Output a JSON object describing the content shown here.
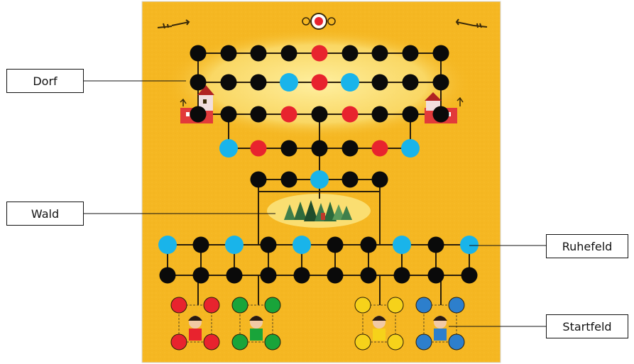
{
  "labels": {
    "village": "Dorf",
    "forest": "Wald",
    "rest_field": "Ruhefeld",
    "start_field": "Startfeld"
  },
  "colors": {
    "board": "#f5b722",
    "board_dark": "#e8a515",
    "glow": "#fbe27a",
    "line": "#2a1e0a",
    "black": "#0a0a0a",
    "red": "#e8232e",
    "blue": "#19b4ea",
    "green": "#19a43a",
    "yellow": "#f6d21a",
    "player_blue": "#2d7fcc"
  },
  "board": {
    "center_icon": "compass-icon",
    "rows": [
      [
        "black",
        "black",
        "black",
        "black",
        "red",
        "black",
        "black",
        "black",
        "black"
      ],
      [
        "black",
        "black",
        "black",
        "blue",
        "red",
        "blue",
        "black",
        "black",
        "black"
      ],
      [
        "black",
        "black",
        "black",
        "red",
        "black",
        "red",
        "black",
        "black",
        "black"
      ],
      [
        "blue",
        "red",
        "black",
        "black",
        "black",
        "red",
        "blue"
      ],
      [
        "black",
        "black",
        "blue",
        "black",
        "black"
      ],
      [
        "blue",
        "black",
        "blue",
        "black",
        "blue",
        "black",
        "black",
        "blue",
        "black",
        "blue"
      ],
      [
        "black",
        "black",
        "black",
        "black",
        "black",
        "black",
        "black",
        "black",
        "black",
        "black"
      ]
    ],
    "start_areas": [
      {
        "player": "red",
        "figure": "bandit-red-figure"
      },
      {
        "player": "green",
        "figure": "lady-green-figure"
      },
      {
        "player": "yellow",
        "figure": "lady-yellow-figure"
      },
      {
        "player": "blue",
        "figure": "man-blue-figure"
      }
    ]
  }
}
